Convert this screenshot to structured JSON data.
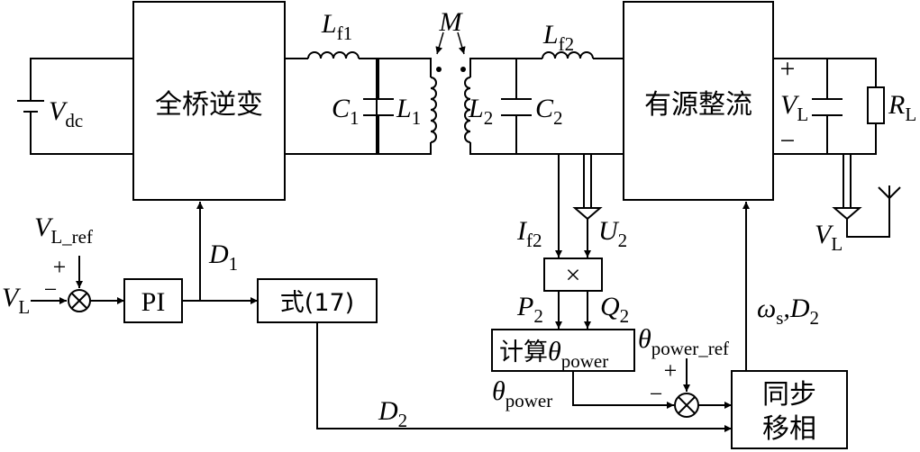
{
  "blocks": {
    "inverter": "全桥逆变",
    "rectifier": "有源整流",
    "pi": "PI",
    "eq17": "式(17)",
    "calc_prefix": "计算",
    "calc_theta": "θ",
    "calc_sub": "power",
    "phase_line1": "同步",
    "phase_line2": "移相"
  },
  "labels": {
    "vdc_main": "V",
    "vdc_sub": "dc",
    "lf1_main": "L",
    "lf1_sub": "f1",
    "lf2_main": "L",
    "lf2_sub": "f2",
    "m": "M",
    "c1_main": "C",
    "c1_sub": "1",
    "l1_main": "L",
    "l1_sub": "1",
    "l2_main": "L",
    "l2_sub": "2",
    "c2_main": "C",
    "c2_sub": "2",
    "vl_main": "V",
    "vl_sub": "L",
    "rl_main": "R",
    "rl_sub": "L",
    "plus": "+",
    "minus": "−",
    "vlref_main": "V",
    "vlref_sub": "L_ref",
    "vlin_main": "V",
    "vlin_sub": "L",
    "d1_main": "D",
    "d1_sub": "1",
    "d2_main": "D",
    "d2_sub": "2",
    "if2_main": "I",
    "if2_sub": "f2",
    "u2_main": "U",
    "u2_sub": "2",
    "p2_main": "P",
    "p2_sub": "2",
    "q2_main": "Q",
    "q2_sub": "2",
    "ws_main": "ω",
    "ws_sub": "s",
    "ws_sep": ",",
    "ws_d": "D",
    "ws_dsub": "2",
    "tpr_main": "θ",
    "tpr_sub": "power_ref",
    "tp_main": "θ",
    "tp_sub": "power",
    "vlout_main": "V",
    "vlout_sub": "L",
    "mult": "×"
  }
}
